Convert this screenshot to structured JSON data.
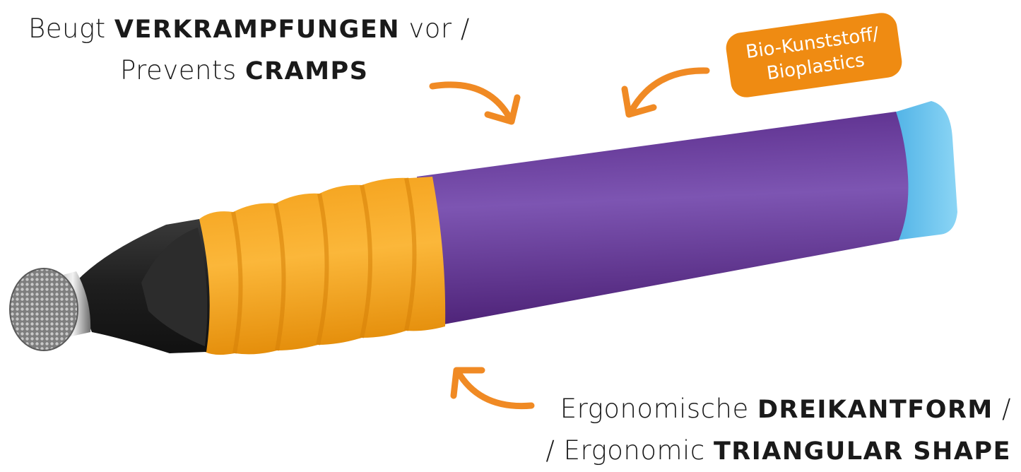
{
  "top_caption": {
    "line1_regular": "Beugt ",
    "line1_bold": "VERKRAMPFUNGEN",
    "line1_tail": " vor /",
    "line2_regular": "Prevents ",
    "line2_bold": "CRAMPS"
  },
  "badge": {
    "line1": "Bio-Kunststoff/",
    "line2": "Bioplastics"
  },
  "bottom_caption": {
    "line1_regular": "Ergonomische ",
    "line1_bold": "DREIKANTFORM",
    "line1_tail": " /",
    "line2_regular": "/ Ergonomic ",
    "line2_bold": "TRIANGULAR SHAPE"
  },
  "colors": {
    "arrow": "#f08a24",
    "badge": "#ef8b12",
    "barrel": "#6a3d9a",
    "grip": "#f7a51e",
    "cap": "#6ec6ee",
    "tip_cone": "#202020",
    "mesh_tip": "#9a9a9a"
  },
  "icons": [
    "curved-arrow-icon",
    "stylus-pen-illustration"
  ]
}
